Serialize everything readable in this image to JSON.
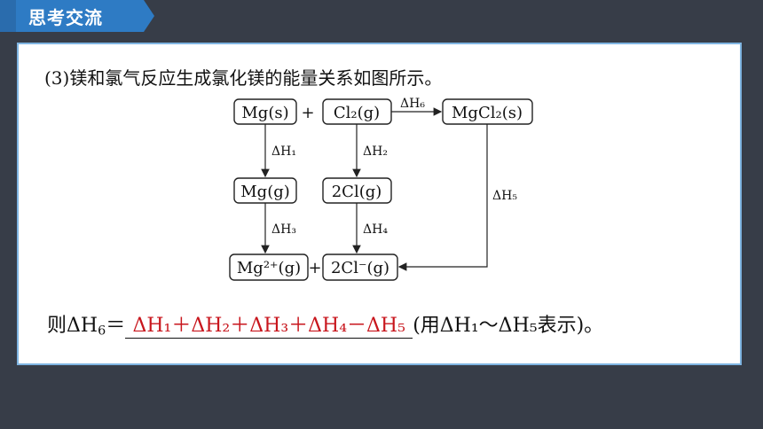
{
  "header": {
    "tag_label": "思考交流"
  },
  "question": {
    "text": "(3)镁和氯气反应生成氯化镁的能量关系如图所示。"
  },
  "diagram": {
    "box_mg_s": "Mg(s)",
    "plus_top": "+",
    "box_cl2_g": "Cl₂(g)",
    "box_mgcl2_s": "MgCl₂(s)",
    "box_mg_g": "Mg(g)",
    "box_2cl_g": "2Cl(g)",
    "box_mg2_g": "Mg²⁺(g)",
    "plus_bottom": "+",
    "box_2clm_g": "2Cl⁻(g)",
    "dh1": "ΔH₁",
    "dh2": "ΔH₂",
    "dh3": "ΔH₃",
    "dh4": "ΔH₄",
    "dh5": "ΔH₅",
    "dh6": "ΔH₆"
  },
  "answer": {
    "prefix": "则ΔH",
    "prefix_sub": "6",
    "equals": "＝",
    "filled": "ΔH₁＋ΔH₂＋ΔH₃＋ΔH₄－ΔH₅",
    "suffix": "(用ΔH₁～ΔH₅表示)。"
  },
  "colors": {
    "background": "#373d48",
    "tag": "#2e7bc4",
    "panel_border": "#7fb5e2",
    "answer": "#c8161d"
  }
}
